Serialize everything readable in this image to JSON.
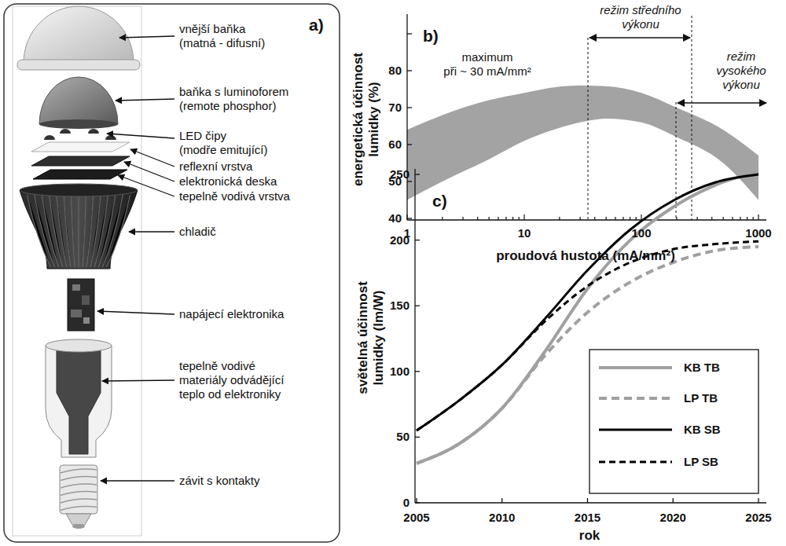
{
  "diagram": {
    "labels": [
      "a)",
      "vnější baňka (matná - difusní)",
      "baňka s luminoforem (remote phosphor)",
      "LED čipy (modře emitující)",
      "reflexní vrstva",
      "elektronická deska",
      "tepelně vodivá vrstva",
      "chladič",
      "napájecí elektronika",
      "tepelně vodivé materiály odvádějící teplo od elektroniky",
      "závit s kontakty",
      "b)",
      "energetická účinnost lumidky (%)",
      "proudová hustota (mA/mm²)",
      "40",
      "50",
      "60",
      "70",
      "80",
      "1",
      "10",
      "100",
      "1000",
      "maximum při ~ 30 mA/mm²",
      "režim středního výkonu",
      "režim vysokého výkonu",
      "c)",
      "světelná účinnost lumidky (lm/W)",
      "rok",
      "0",
      "50",
      "100",
      "150",
      "200",
      "250",
      "2005",
      "2010",
      "2015",
      "2020",
      "2025"
    ],
    "legend": [
      {
        "text": "KB TB"
      },
      {
        "text": "LP TB"
      },
      {
        "text": "KB SB"
      },
      {
        "text": "LP SB"
      }
    ]
  }
}
